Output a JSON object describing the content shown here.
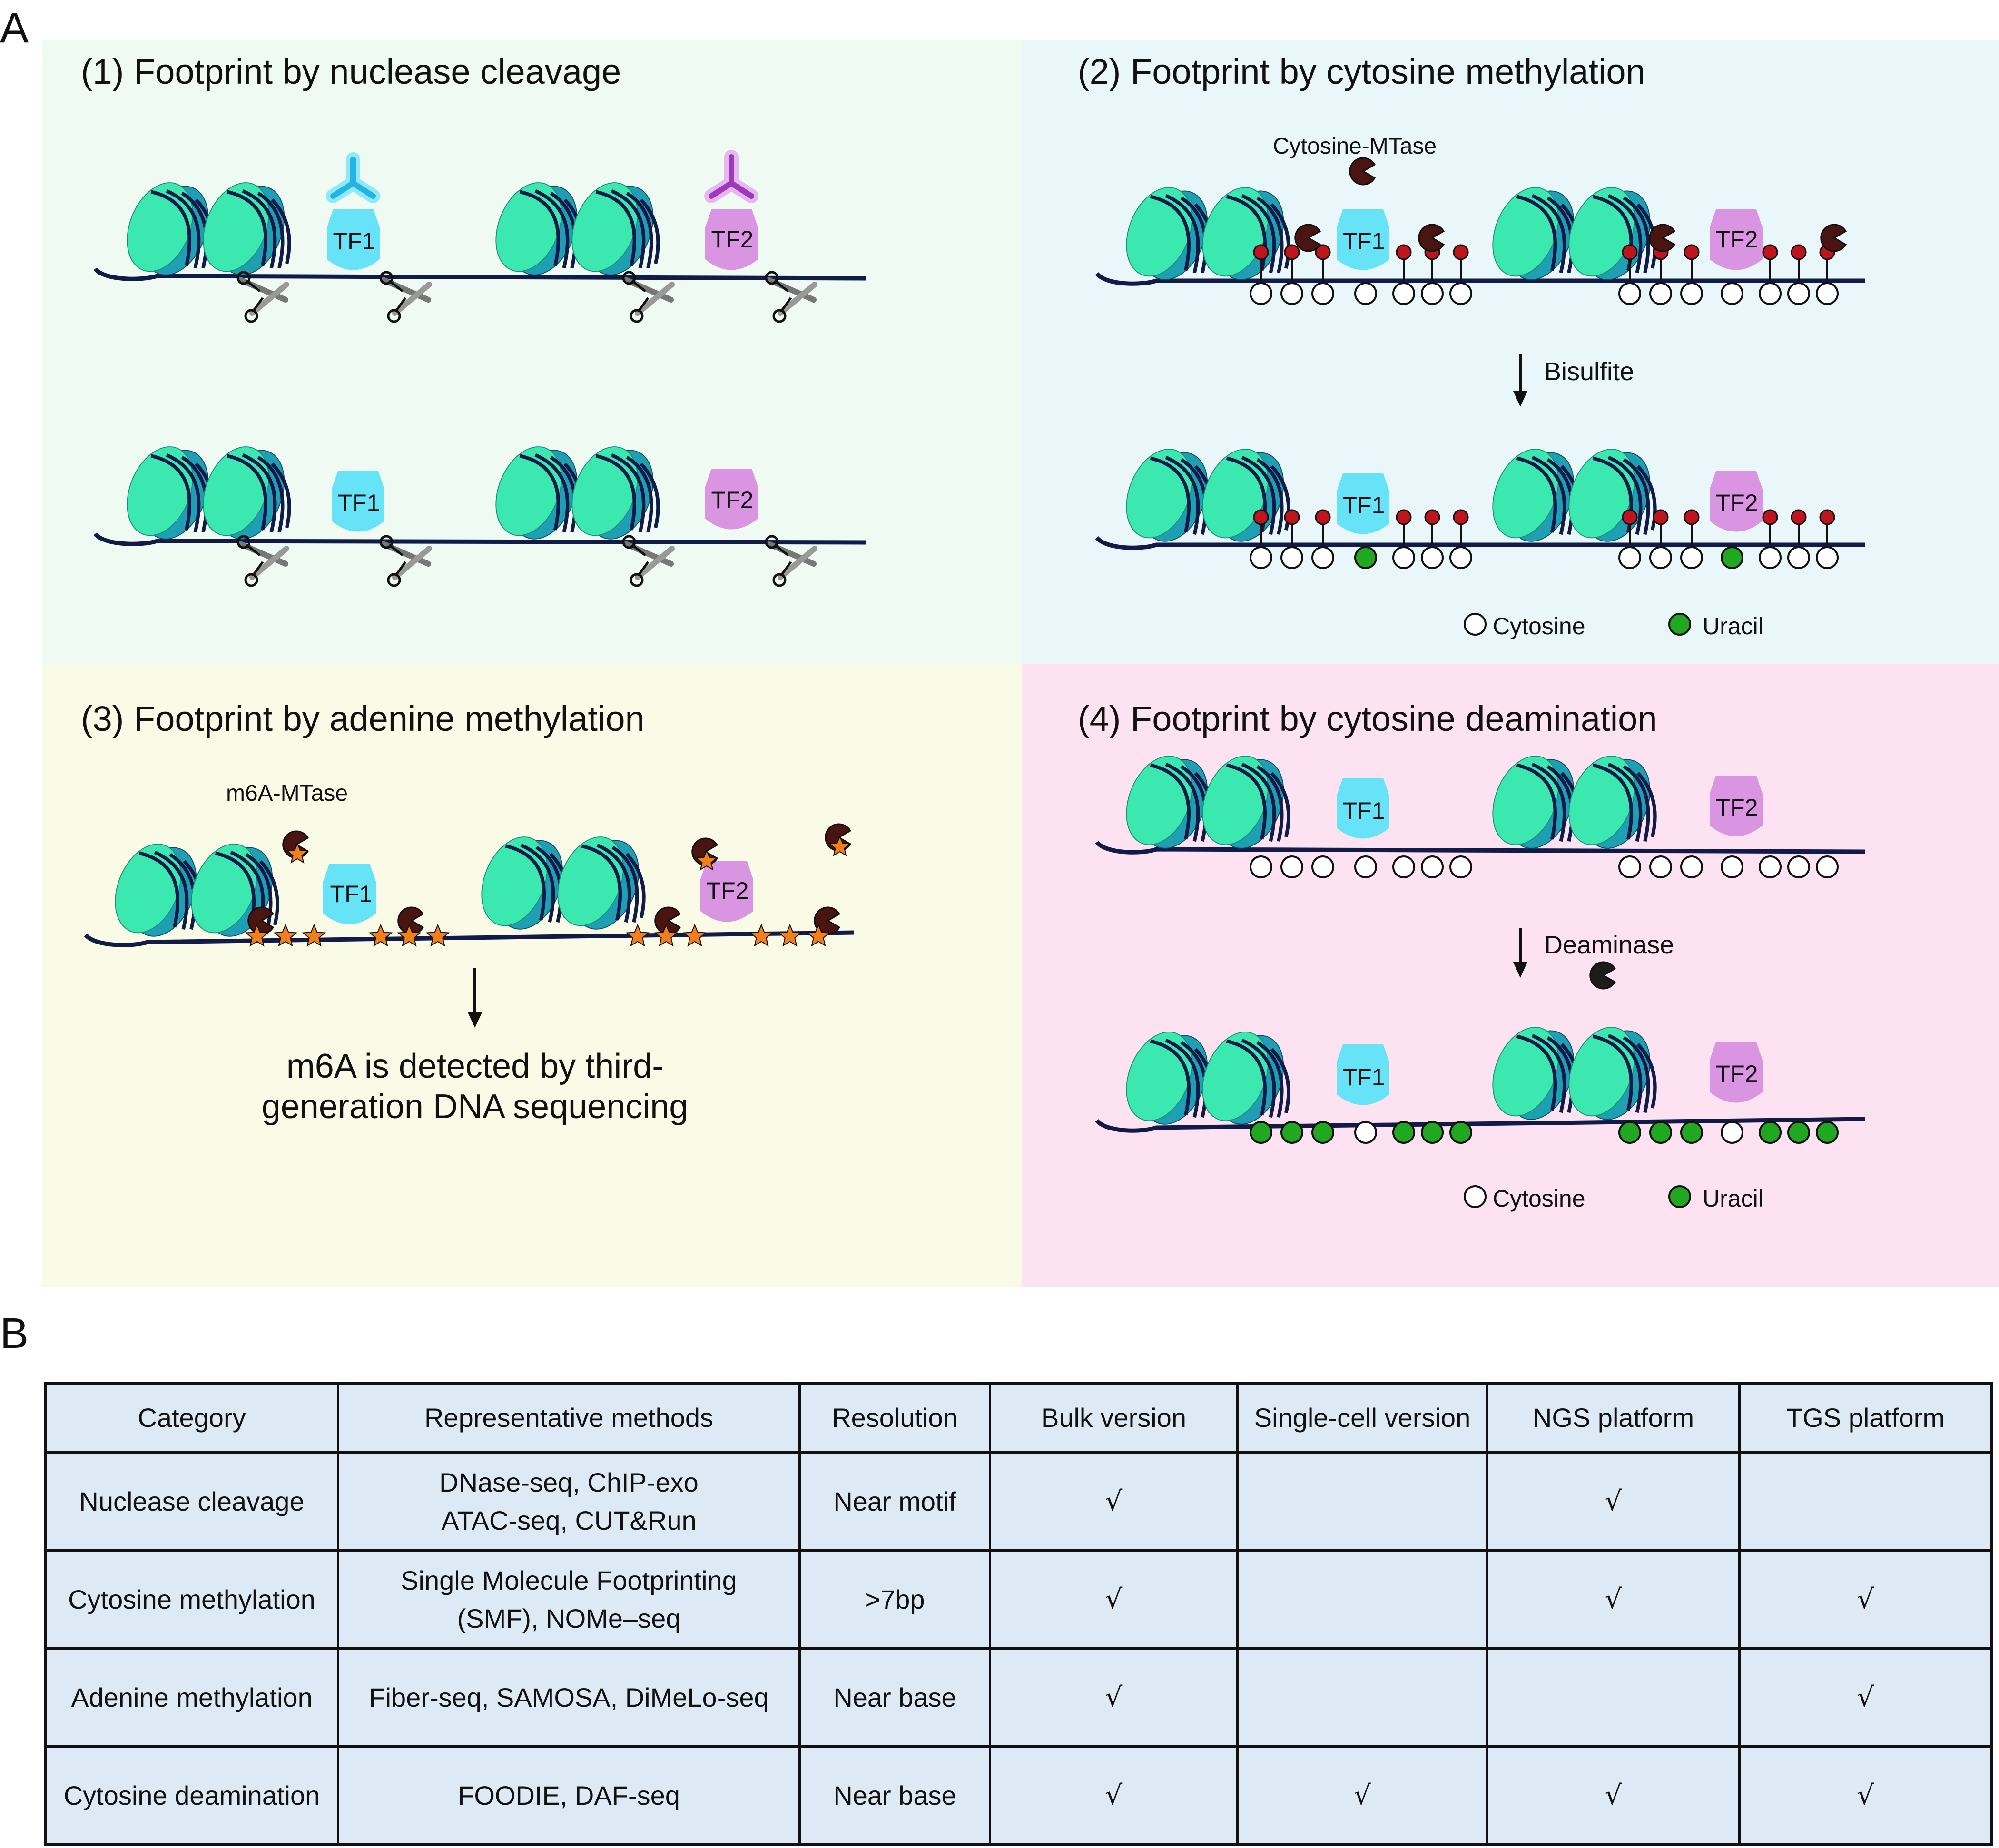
{
  "panel_labels": {
    "a": "A",
    "b": "B"
  },
  "panels": [
    {
      "title": "(1) Footprint by nuclease cleavage"
    },
    {
      "title": "(2) Footprint by cytosine methylation"
    },
    {
      "title": "(3) Footprint by adenine methylation"
    },
    {
      "title": "(4) Footprint by cytosine deamination"
    }
  ],
  "labels": {
    "tf1": "TF1",
    "tf2": "TF2",
    "cytosine_mtase": "Cytosine-MTase",
    "bisulfite": "Bisulfite",
    "m6a_mtase": "m6A-MTase",
    "m6a_line1": "m6A is detected by third-",
    "m6a_line2": "generation DNA sequencing",
    "deaminase": "Deaminase",
    "legend_cytosine": "Cytosine",
    "legend_uracil": "Uracil"
  },
  "colors": {
    "panel1_bg": "#effaf3",
    "panel2_bg": "#eaf7fa",
    "panel3_bg": "#f9fbe7",
    "panel4_bg": "#fde3f2",
    "nucleosome_light": "#3ae8b0",
    "nucleosome_dark": "#1f9fb4",
    "tf1": "#66e3f7",
    "tf2": "#d994e2",
    "methyl_red": "#c0141c",
    "mtase_brown": "#4a1410",
    "star_orange": "#f57f17",
    "uracil_green": "#21a821",
    "table_bg": "#dde9f5"
  },
  "table": {
    "headers": [
      "Category",
      "Representative methods",
      "Resolution",
      "Bulk version",
      "Single-cell version",
      "NGS platform",
      "TGS platform"
    ],
    "rows": [
      {
        "category": "Nuclease cleavage",
        "methods_1": "DNase-seq, ChIP-exo",
        "methods_2": "ATAC-seq, CUT&Run",
        "resolution": "Near motif",
        "bulk": "√",
        "single_cell": "",
        "ngs": "√",
        "tgs": ""
      },
      {
        "category": "Cytosine methylation",
        "methods_1": "Single Molecule Footprinting",
        "methods_2": "(SMF), NOMe–seq",
        "resolution": ">7bp",
        "bulk": "√",
        "single_cell": "",
        "ngs": "√",
        "tgs": "√"
      },
      {
        "category": "Adenine methylation",
        "methods_1": "Fiber-seq, SAMOSA, DiMeLo-seq",
        "methods_2": "",
        "resolution": "Near base",
        "bulk": "√",
        "single_cell": "",
        "ngs": "",
        "tgs": "√"
      },
      {
        "category": "Cytosine deamination",
        "methods_1": "FOODIE, DAF-seq",
        "methods_2": "",
        "resolution": "Near base",
        "bulk": "√",
        "single_cell": "√",
        "ngs": "√",
        "tgs": "√"
      }
    ]
  }
}
